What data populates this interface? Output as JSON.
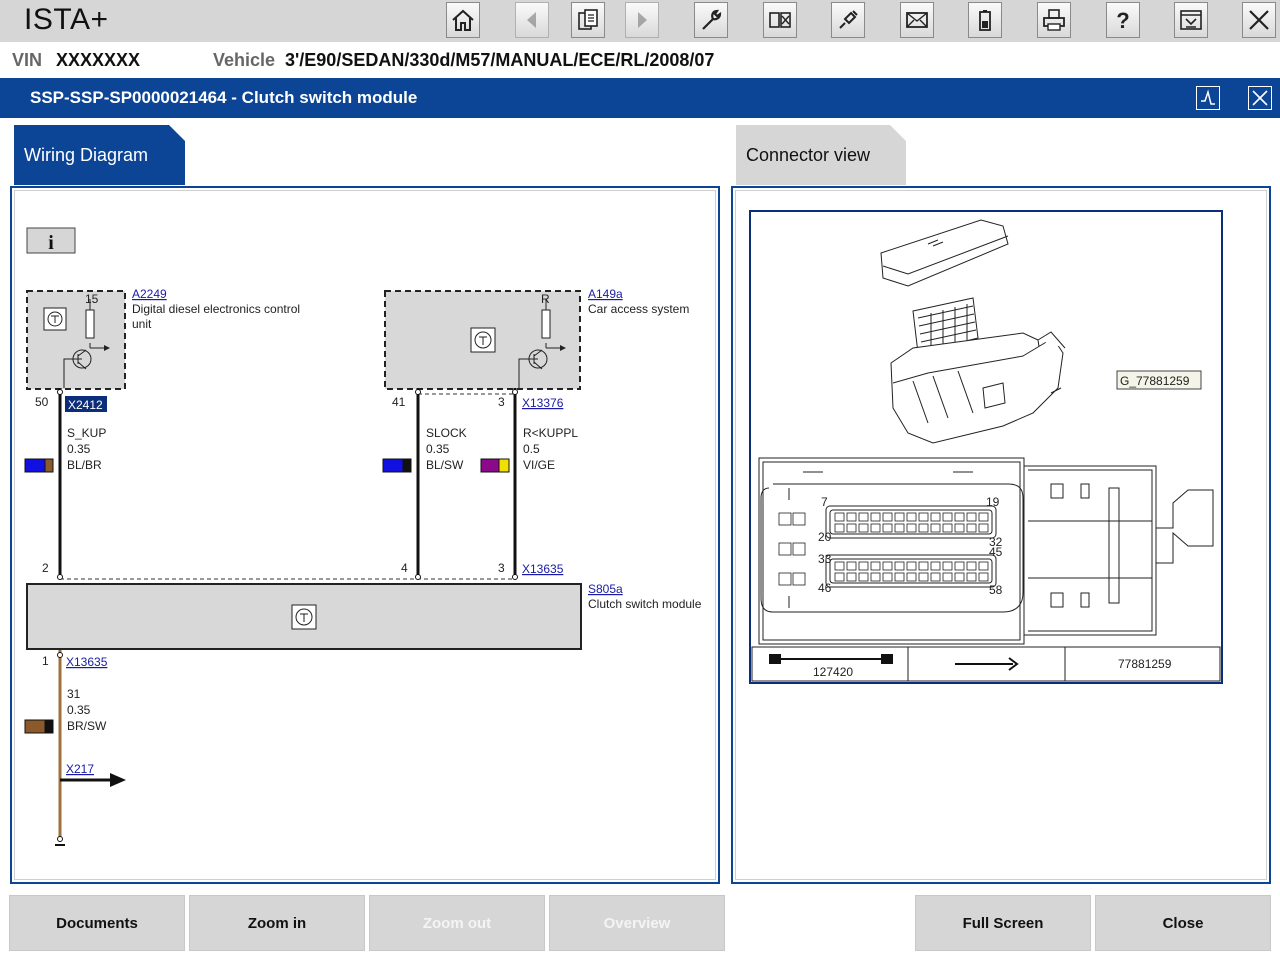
{
  "app": {
    "title": "ISTA+"
  },
  "toolbar": {
    "buttons": [
      {
        "name": "home-button",
        "icon": "home-icon"
      },
      {
        "name": "back-button",
        "icon": "arrow-left-icon"
      },
      {
        "name": "clipboard-button",
        "icon": "clipboard-icon"
      },
      {
        "name": "forward-button",
        "icon": "arrow-right-icon"
      },
      {
        "name": "service-button",
        "icon": "wrench-icon"
      },
      {
        "name": "compare-button",
        "icon": "compare-icon"
      },
      {
        "name": "connection-button",
        "icon": "plug-icon"
      },
      {
        "name": "messages-button",
        "icon": "envelope-icon"
      },
      {
        "name": "battery-button",
        "icon": "battery-icon"
      },
      {
        "name": "print-button",
        "icon": "printer-icon"
      },
      {
        "name": "help-button",
        "icon": "question-icon"
      },
      {
        "name": "minimize-button",
        "icon": "minimize-icon"
      },
      {
        "name": "exit-button",
        "icon": "close-icon"
      }
    ]
  },
  "vehicle": {
    "vin_label": "VIN",
    "vin_value": "XXXXXXX",
    "vehicle_label": "Vehicle",
    "vehicle_value": "3'/E90/SEDAN/330d/M57/MANUAL/ECE/RL/2008/07"
  },
  "header": {
    "title": "SSP-SSP-SP0000021464  -  Clutch switch module"
  },
  "tabs": [
    {
      "label": "Wiring Diagram",
      "active": true
    },
    {
      "label": "Connector view",
      "active": false
    }
  ],
  "wiring": {
    "info_label": "i",
    "comp_a2249": {
      "id": "A2249",
      "name1": "Digital diesel electronics control",
      "name2": "unit",
      "pin": "15"
    },
    "comp_a149a": {
      "id": "A149a",
      "name": "Car access system",
      "pin": "R"
    },
    "comp_s805a": {
      "id": "S805a",
      "name": "Clutch switch module"
    },
    "conn_x2412": "X2412",
    "conn_x13376": "X13376",
    "conn_x13635_top": "X13635",
    "conn_x13635_bottom": "X13635",
    "conn_x217": "X217",
    "pins": {
      "p50": "50",
      "p41": "41",
      "p3a": "3",
      "p2": "2",
      "p4": "4",
      "p3b": "3",
      "p1": "1"
    },
    "wire1": {
      "signal": "S_KUP",
      "size": "0.35",
      "color": "BL/BR",
      "c1": "#1010e0",
      "c2": "#8b5a2b"
    },
    "wire2": {
      "signal": "SLOCK",
      "size": "0.35",
      "color": "BL/SW",
      "c1": "#1010e0",
      "c2": "#111111"
    },
    "wire3": {
      "signal": "R<KUPPL",
      "size": "0.5",
      "color": "VI/GE",
      "c1": "#8a0a8a",
      "c2": "#f0e000"
    },
    "wire4": {
      "signal": "31",
      "size": "0.35",
      "color": "BR/SW",
      "c1": "#8b5a2b",
      "c2": "#111111"
    }
  },
  "connector": {
    "image_label": "G_77881259",
    "pins": {
      "p7": "7",
      "p19": "19",
      "p20": "20",
      "p32": "32",
      "p33": "33",
      "p45": "45",
      "p46": "46",
      "p58": "58"
    },
    "legend_left": "127420",
    "legend_right": "77881259"
  },
  "bottom": {
    "documents": "Documents",
    "zoom_in": "Zoom in",
    "zoom_out": "Zoom out",
    "overview": "Overview",
    "full_screen": "Full Screen",
    "close": "Close"
  },
  "colors": {
    "accent": "#0c4596",
    "toolbar_bg": "#d6d6d6",
    "wire_brown": "#a0703a"
  }
}
